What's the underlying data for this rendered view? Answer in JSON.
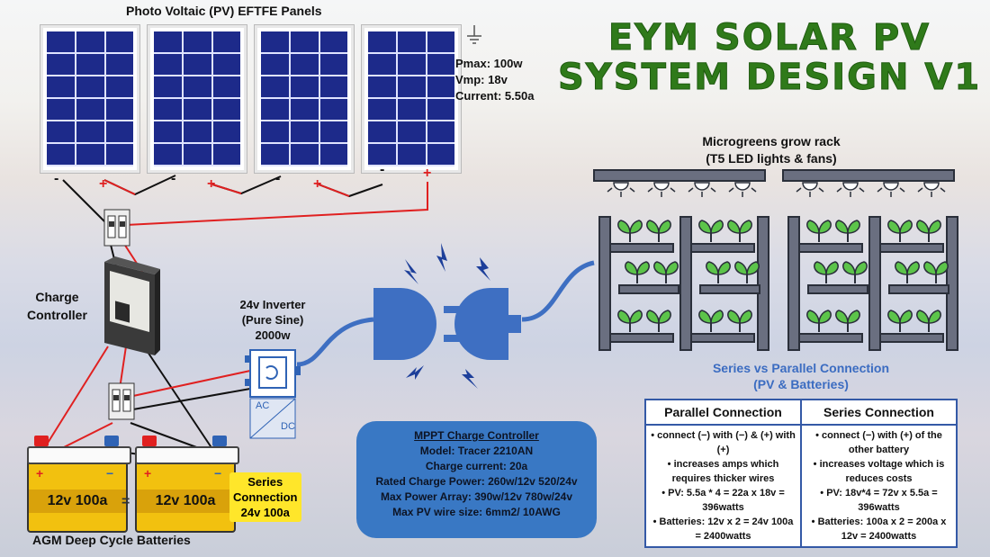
{
  "title": {
    "line1": "EYM SOLAR PV",
    "line2": "SYSTEM DESIGN V1"
  },
  "panels": {
    "heading": "Photo Voltaic (PV) EFTFE Panels",
    "specs": [
      "Pmax: 100w",
      "Vmp: 18v",
      "Current: 5.50a"
    ],
    "minus": "-",
    "plus": "+"
  },
  "charge_controller": {
    "label": "Charge Controller",
    "line1": "Charge",
    "line2": "Controller"
  },
  "inverter": {
    "line1": "24v Inverter",
    "line2": "(Pure Sine)",
    "line3": "2000w",
    "ac": "AC",
    "dc": "DC"
  },
  "rack": {
    "line1": "Microgreens grow rack",
    "line2": "(T5 LED lights & fans)"
  },
  "batteries": {
    "label": "AGM Deep Cycle Batteries",
    "unit": "12v 100a",
    "equals": "=",
    "plus": "+",
    "minus": "−",
    "series_tag": {
      "line1": "Series",
      "line2": "Connection",
      "line3": "24v 100a"
    }
  },
  "mppt": {
    "heading": "MPPT Charge Controller",
    "lines": [
      "Model: Tracer 2210AN",
      "Charge current: 20a",
      "Rated Charge Power: 260w/12v 520/24v",
      "Max Power Array: 390w/12v 780w/24v",
      "Max PV wire size: 6mm2/ 10AWG"
    ]
  },
  "comparison": {
    "caption_line1": "Series vs Parallel Connection",
    "caption_line2": "(PV & Batteries)",
    "headers": [
      "Parallel Connection",
      "Series Connection"
    ],
    "parallel": [
      "connect (−) with (−) & (+) with (+)",
      "increases amps which requires thicker wires",
      "PV: 5.5a * 4 = 22a x 18v = 396watts",
      "Batteries: 12v x 2 = 24v 100a = 2400watts"
    ],
    "series": [
      "connect (−) with (+) of the other battery",
      "increases voltage which is reduces costs",
      "PV: 18v*4 = 72v x 5.5a = 396watts",
      "Batteries: 100a x 2 = 200a x 12v = 2400watts"
    ]
  },
  "colors": {
    "title_green": "#2f7a1a",
    "wire_red": "#e02020",
    "wire_black": "#111111",
    "plug_blue": "#3e6fc2",
    "mppt_box": "#3978c4",
    "table_border": "#3459a6",
    "battery_yellow": "#f2c10f",
    "plant_green": "#5cc44a"
  },
  "icons": [
    "ground-icon",
    "plug-icon",
    "socket-icon",
    "spark-icon",
    "led-light-icon",
    "plant-icon",
    "breaker-icon",
    "sine-arrows-icon"
  ]
}
